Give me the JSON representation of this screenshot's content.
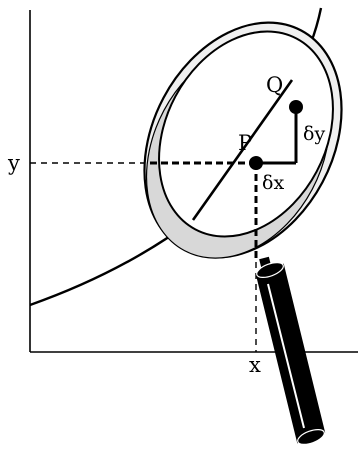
{
  "figure": {
    "labels": {
      "point_p": "P",
      "point_q": "Q",
      "x": "x",
      "y": "y",
      "delta_x": "δx",
      "delta_y": "δy"
    }
  },
  "colors": {
    "ink": "#000000",
    "lens_rim": "#e2e2e2",
    "lens_rim_dark": "#9a9a9a",
    "background": "#ffffff"
  }
}
